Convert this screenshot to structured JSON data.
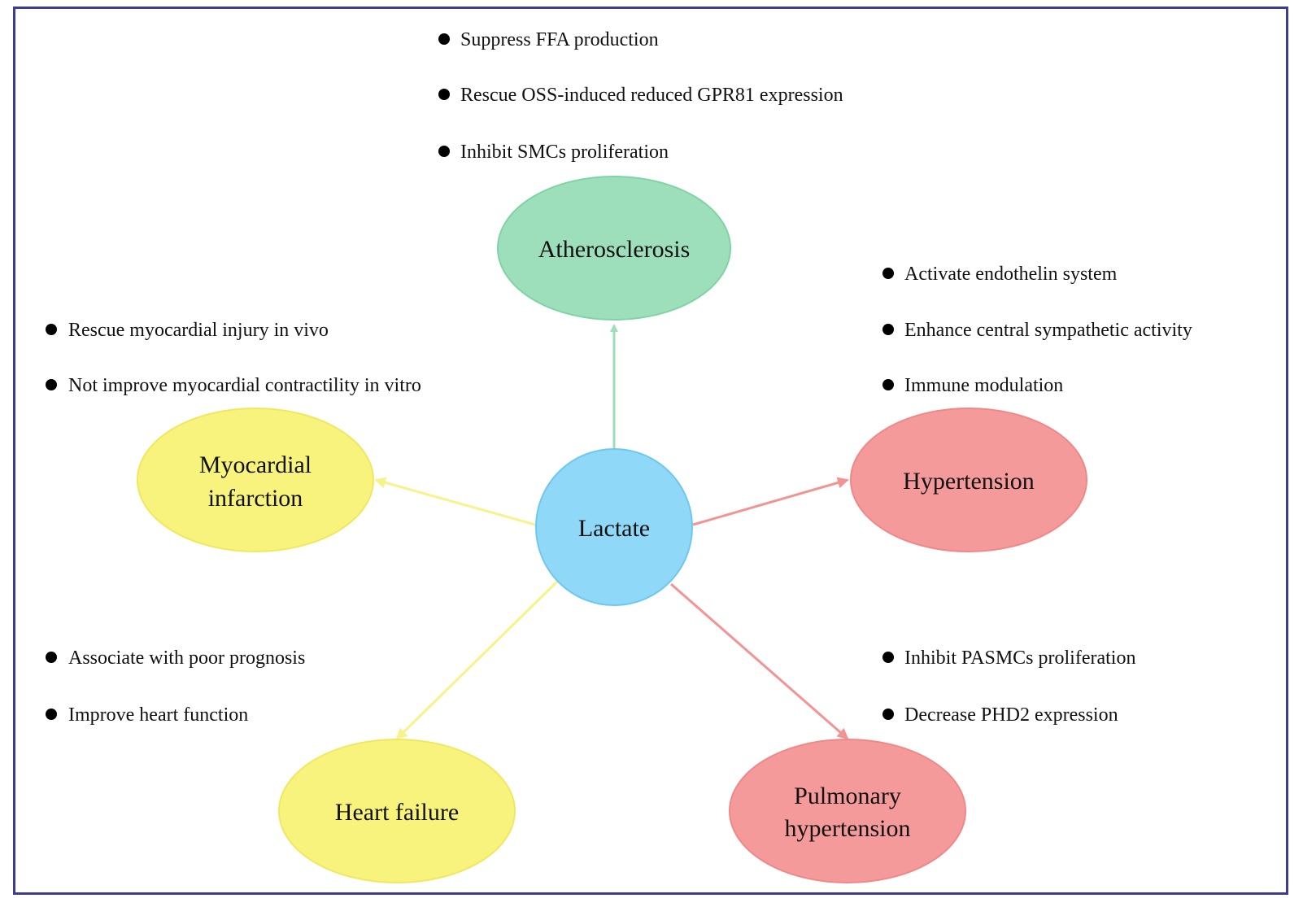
{
  "center": {
    "label": "Lactate",
    "color": "#8fd8f7"
  },
  "nodes": {
    "atherosclerosis": {
      "label": "Atherosclerosis",
      "color": "#9ddfba",
      "edge_color": "#9ddfba",
      "effects": [
        "Suppress FFA production",
        "Rescue OSS-induced  reduced GPR81 expression",
        "Inhibit SMCs proliferation"
      ]
    },
    "hypertension": {
      "label": "Hypertension",
      "color": "#f59a9a",
      "edge_color": "#f29494",
      "effects": [
        "Activate endothelin system",
        "Enhance central sympathetic activity",
        "Immune modulation"
      ]
    },
    "myocardial_infarction": {
      "label_lines": [
        "Myocardial",
        "infarction"
      ],
      "color": "#f8f37c",
      "edge_color": "#f7f38a",
      "effects": [
        "Rescue myocardial injury in vivo",
        "Not improve myocardial contractility in vitro"
      ]
    },
    "heart_failure": {
      "label": "Heart failure",
      "color": "#f8f37c",
      "edge_color": "#f7f38a",
      "effects": [
        "Associate with poor prognosis",
        "Improve heart function"
      ]
    },
    "pulmonary_hypertension": {
      "label_lines": [
        "Pulmonary",
        "hypertension"
      ],
      "color": "#f59a9a",
      "edge_color": "#f29494",
      "effects": [
        "Inhibit PASMCs proliferation",
        "Decrease PHD2 expression"
      ]
    }
  }
}
